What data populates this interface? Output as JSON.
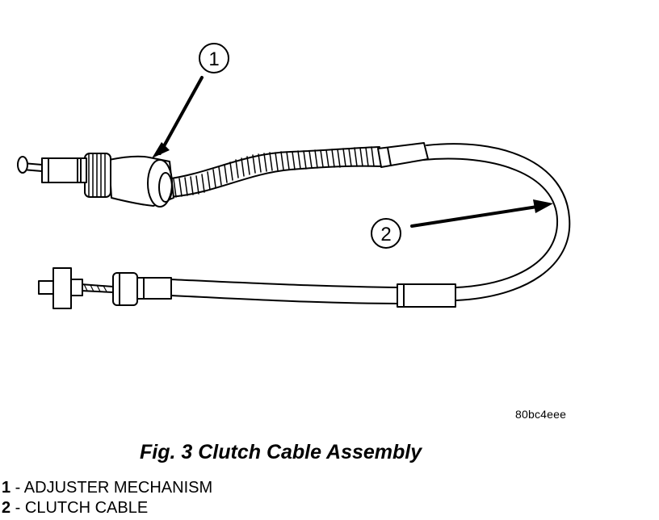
{
  "figure": {
    "callouts": [
      {
        "number": "1"
      },
      {
        "number": "2"
      }
    ],
    "code": "80bc4eee",
    "caption": "Fig. 3 Clutch Cable Assembly"
  },
  "legend": {
    "items": [
      {
        "number": "1",
        "separator": " - ",
        "label": "ADJUSTER MECHANISM"
      },
      {
        "number": "2",
        "separator": " - ",
        "label": "CLUTCH CABLE"
      }
    ]
  }
}
